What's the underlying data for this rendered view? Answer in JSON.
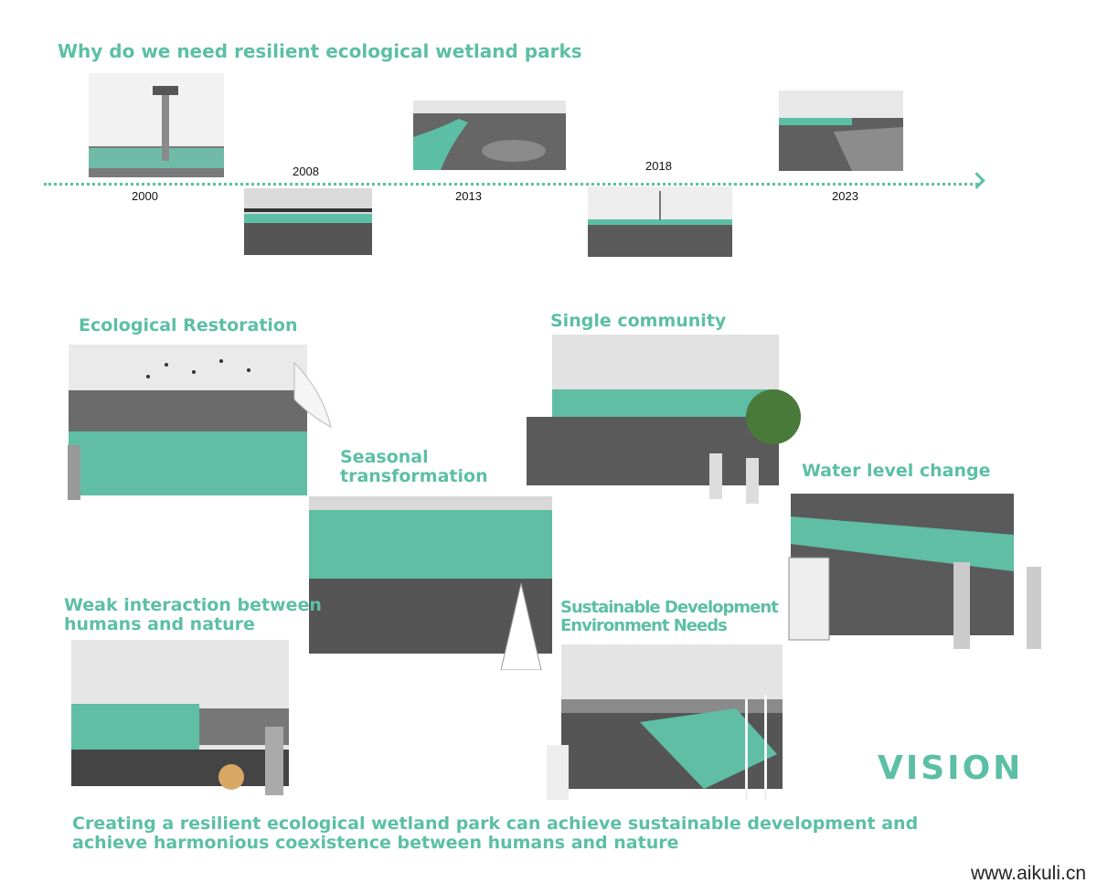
{
  "title": "Why do we need resilient ecological wetland parks",
  "timeline": {
    "years": [
      "2000",
      "2008",
      "2013",
      "2018",
      "2023"
    ]
  },
  "sections": {
    "ecological_restoration": "Ecological Restoration",
    "single_community": "Single community",
    "seasonal_transformation_1": "Seasonal",
    "seasonal_transformation_2": "transformation",
    "water_level_change": "Water level change",
    "weak_interaction_1": "Weak interaction between",
    "weak_interaction_2": "humans and nature",
    "sustainable_1": "Sustainable Development",
    "sustainable_2": "Environment Needs"
  },
  "vision": "VISION",
  "conclusion": {
    "line1": "Creating a resilient ecological wetland park can achieve sustainable development and",
    "line2": "achieve harmonious coexistence between humans and nature"
  },
  "watermark": "www.aikuli.cn",
  "colors": {
    "accent": "#5cbfa5",
    "photo_gray": "#6e6e6e",
    "sky": "#e4e4e4"
  }
}
